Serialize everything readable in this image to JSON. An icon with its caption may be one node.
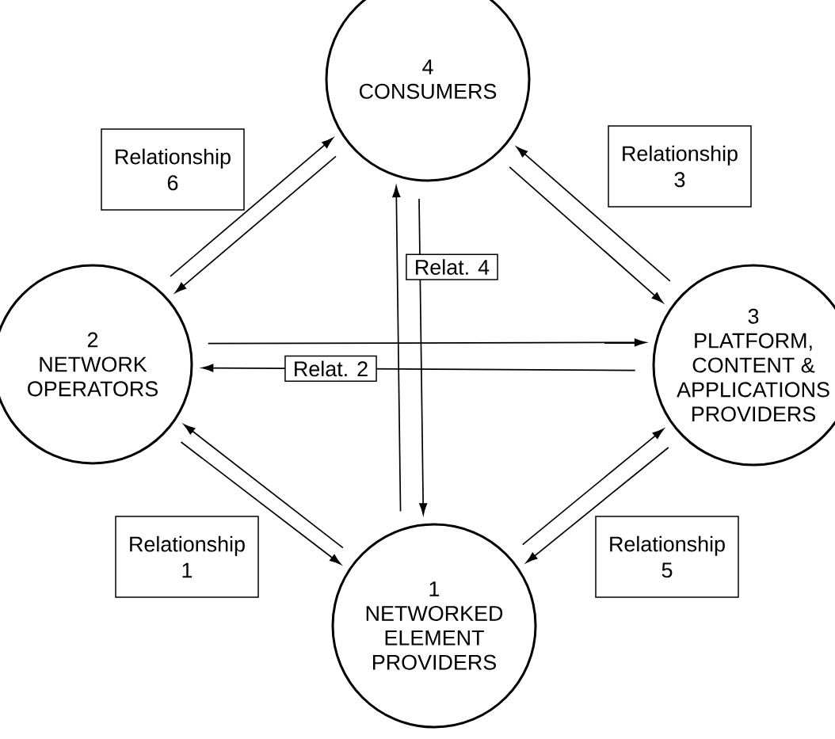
{
  "diagram": {
    "nodes": [
      {
        "text": [
          "4",
          "CONSUMERS"
        ]
      },
      {
        "text": [
          "Relationship 6"
        ]
      },
      {
        "text": [
          "Relationship 3"
        ]
      },
      {
        "text": [
          "2",
          "NETWORK OPERATORS"
        ]
      },
      {
        "text": [
          "3",
          "PLATFORM, CONTENT & APPLICATIONS PROVIDERS"
        ]
      },
      {
        "text": [
          "Relationship 1"
        ]
      },
      {
        "text": [
          "Relationship 5"
        ]
      },
      {
        "text": [
          "1",
          "NETWORKED ELEMENT PROVIDERS"
        ]
      }
    ],
    "edges": [
      {
        "from": 3,
        "to": 0,
        "arrow": "to"
      },
      {
        "from": 0,
        "to": 3,
        "arrow": "to"
      },
      {
        "from": 4,
        "to": 0,
        "arrow": "to"
      },
      {
        "from": 0,
        "to": 4,
        "arrow": "to"
      },
      {
        "from": 7,
        "to": 0,
        "arrow": "to"
      },
      {
        "from": 0,
        "to": 7,
        "arrow": "to",
        "label": "Relat. 4"
      },
      {
        "from": 3,
        "to": 4,
        "arrow": "to"
      },
      {
        "from": 4,
        "to": 3,
        "arrow": "to",
        "label": "Relat. 2"
      },
      {
        "from": 3,
        "to": 7,
        "arrow": "to"
      },
      {
        "from": 7,
        "to": 3,
        "arrow": "to"
      },
      {
        "from": 7,
        "to": 4,
        "arrow": "to"
      },
      {
        "from": 4,
        "to": 7,
        "arrow": "to"
      }
    ]
  }
}
